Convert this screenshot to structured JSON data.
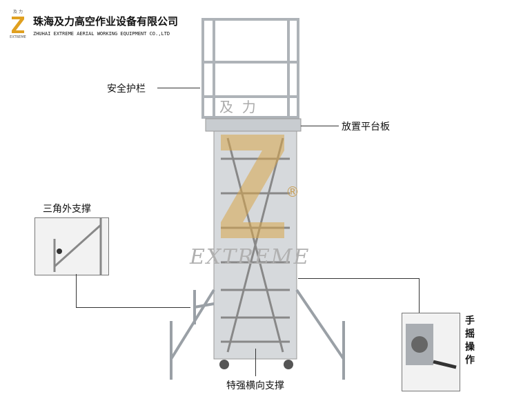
{
  "header": {
    "logo_top": "及 力",
    "logo_bottom": "EXTREME",
    "company_cn": "珠海及力高空作业设备有限公司",
    "company_en": "ZHUHAI EXTREME AERIAL WORKING EQUIPMENT CO.,LTD"
  },
  "labels": {
    "guardrail": "安全护栏",
    "platform_board": "放置平台板",
    "triangle_support": "三角外支撑",
    "hand_crank": "手摇操作",
    "lateral_brace": "特强横向支撑"
  },
  "watermark": {
    "brand_cn": "及  力",
    "brand_en": "EXTREME",
    "registered": "®"
  },
  "colors": {
    "gold": "#d9a54a",
    "metal": "#c8ccd0"
  }
}
